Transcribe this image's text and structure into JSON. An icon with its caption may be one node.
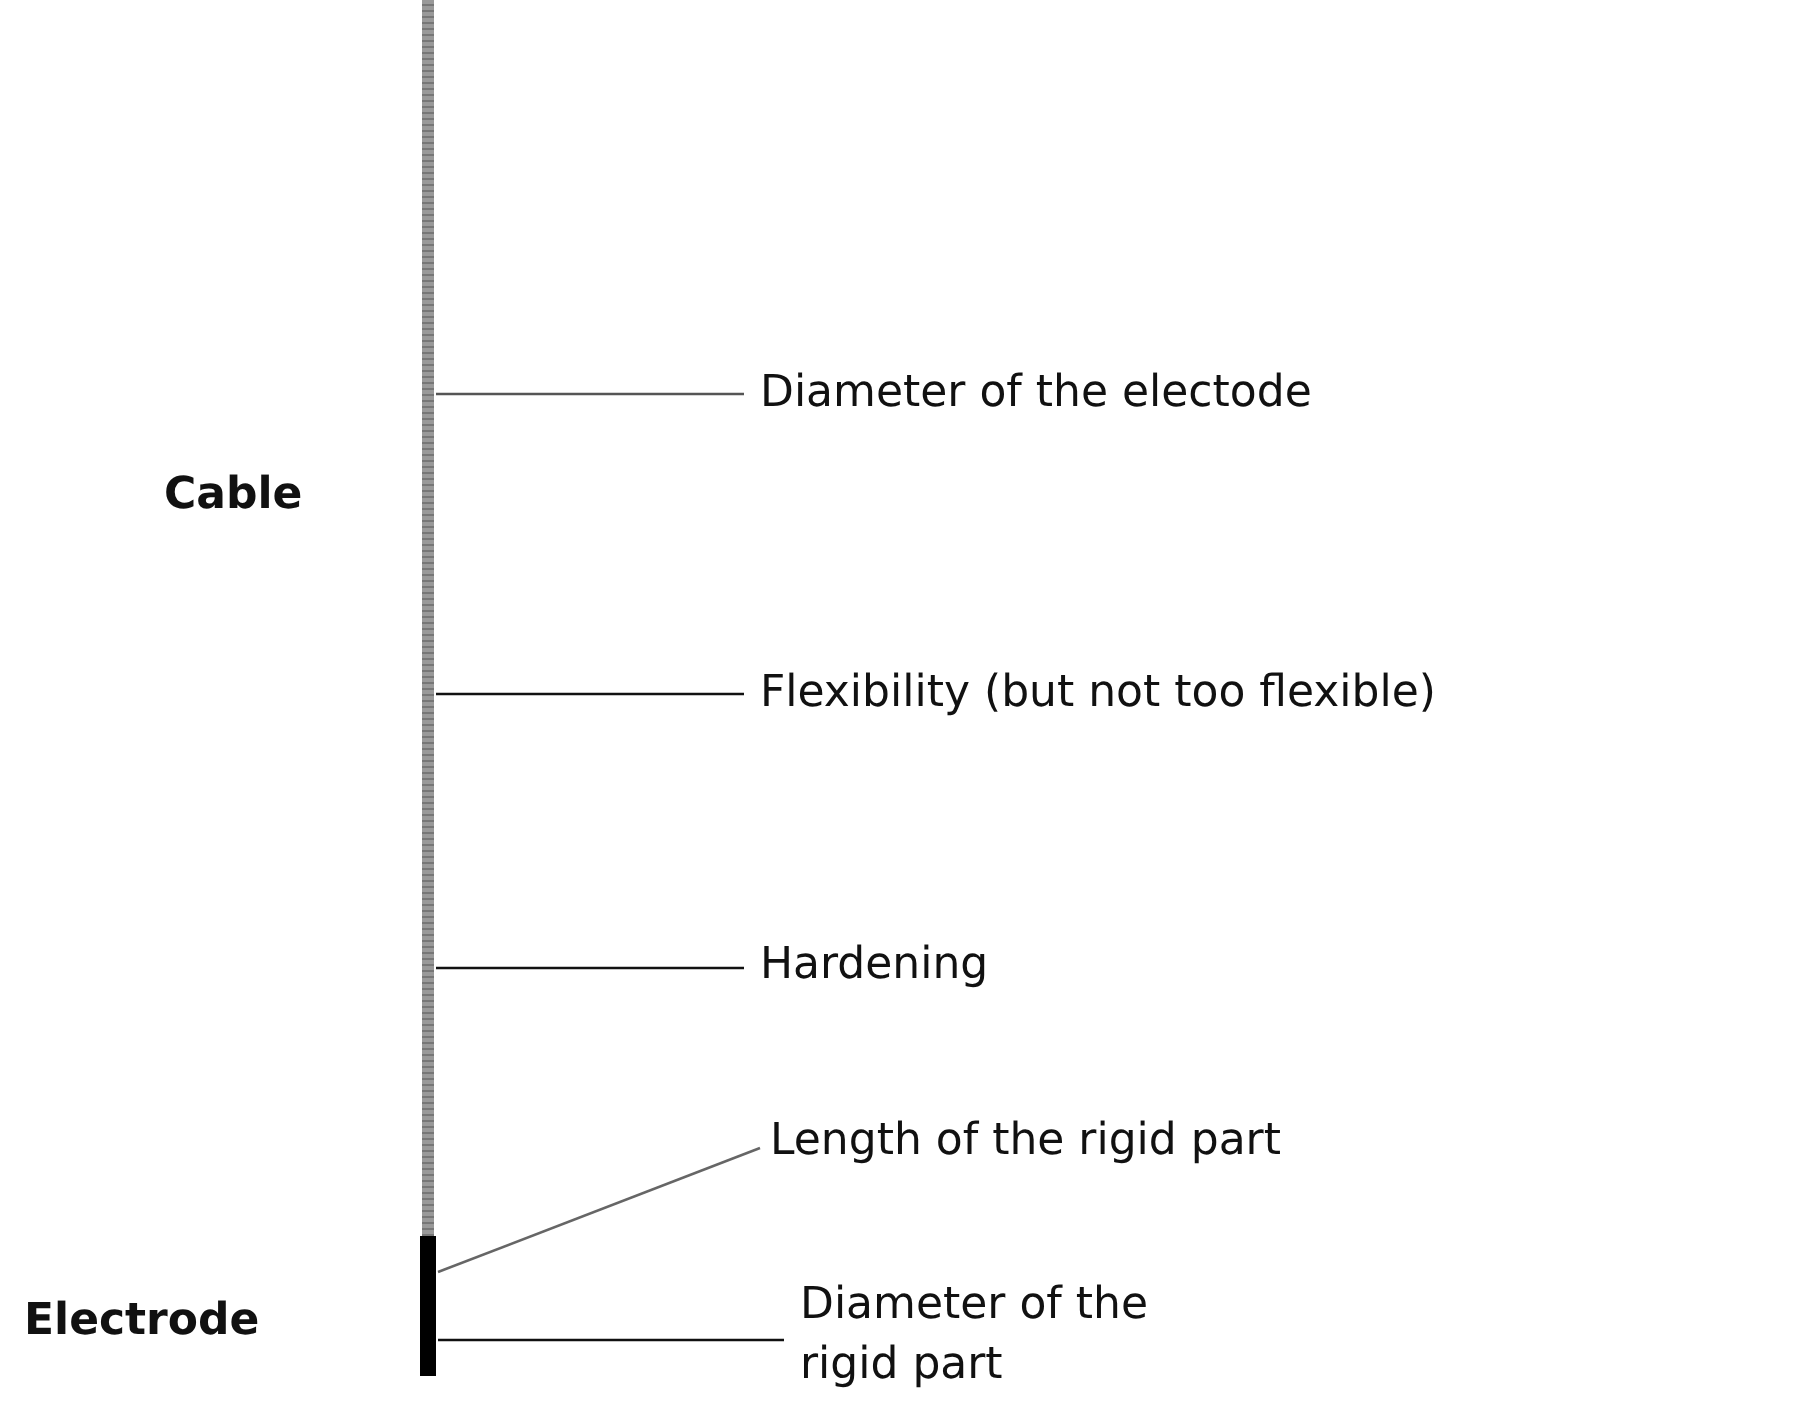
{
  "diagram": {
    "nodes": [
      {
        "text": [],
        "shape": "bar"
      },
      {
        "text": [],
        "shape": "bar"
      },
      {
        "text": [
          "Diameter of the electode"
        ]
      },
      {
        "text": [
          "Flexibility (but not too flexible)"
        ]
      },
      {
        "text": [
          "Hardening"
        ]
      },
      {
        "text": [
          "Length of the rigid part"
        ]
      },
      {
        "text": [
          "Diameter of the rigid part"
        ]
      }
    ],
    "edges": [
      {
        "from": 2,
        "to": 0,
        "arrow": "none"
      },
      {
        "from": 3,
        "to": 0,
        "arrow": "none"
      },
      {
        "from": 4,
        "to": 0,
        "arrow": "none"
      },
      {
        "from": 5,
        "to": 1,
        "arrow": "none"
      },
      {
        "from": 6,
        "to": 1,
        "arrow": "none"
      }
    ],
    "labels": [
      "Cable",
      "Electrode"
    ]
  }
}
